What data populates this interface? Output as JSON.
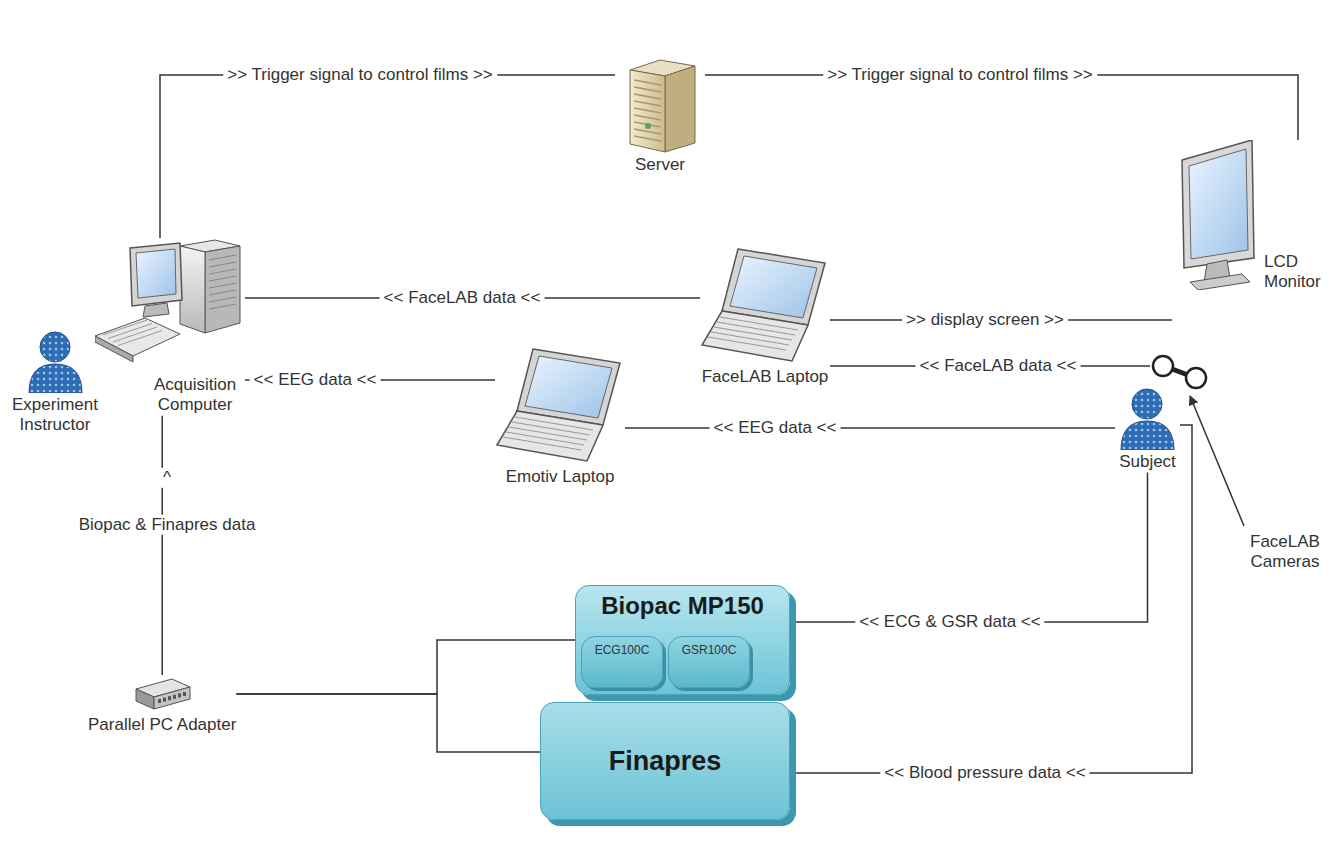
{
  "diagram": {
    "nodes": [
      {
        "text": [
          "Server"
        ]
      },
      {
        "text": [
          "LCD Monitor"
        ]
      },
      {
        "text": [
          "Acquisition Computer"
        ]
      },
      {
        "text": [
          "Experiment Instructor"
        ]
      },
      {
        "text": [
          "FaceLAB Laptop"
        ]
      },
      {
        "text": [
          "Emotiv Laptop"
        ]
      },
      {
        "text": [
          "Subject"
        ]
      },
      {
        "text": [
          "FaceLAB Cameras"
        ]
      },
      {
        "text": [
          "Parallel PC Adapter"
        ]
      },
      {
        "text": [
          "Biopac MP150"
        ]
      },
      {
        "text": [
          "ECG100C"
        ],
        "in": 9
      },
      {
        "text": [
          "GSR100C"
        ],
        "in": 9
      },
      {
        "text": [
          "Finapres"
        ]
      }
    ],
    "edges": [
      {
        "from": 2,
        "to": 0,
        "label": ">> Trigger signal to control films >>",
        "arrow": "none"
      },
      {
        "from": 0,
        "to": 1,
        "label": ">> Trigger signal to control films >>",
        "arrow": "none"
      },
      {
        "from": 4,
        "to": 2,
        "label": "<< FaceLAB data <<",
        "arrow": "none"
      },
      {
        "from": 4,
        "to": 1,
        "label": ">> display screen >>",
        "arrow": "none"
      },
      {
        "from": 7,
        "to": 4,
        "label": "<< FaceLAB data <<",
        "arrow": "none"
      },
      {
        "from": 5,
        "to": 2,
        "label": "<< EEG data <<",
        "arrow": "none"
      },
      {
        "from": 6,
        "to": 5,
        "label": "<< EEG data <<",
        "arrow": "none"
      },
      {
        "from": 6,
        "to": 9,
        "label": "<< ECG & GSR data <<",
        "arrow": "none"
      },
      {
        "from": 6,
        "to": 12,
        "label": "<< Blood pressure data <<",
        "arrow": "none"
      },
      {
        "from": 8,
        "to": 2,
        "label": "Biopac & Finapres data",
        "arrow": "none"
      },
      {
        "from": 9,
        "to": 8,
        "arrow": "none"
      },
      {
        "from": 12,
        "to": 8,
        "arrow": "none"
      }
    ],
    "labels": [
      "^"
    ]
  }
}
